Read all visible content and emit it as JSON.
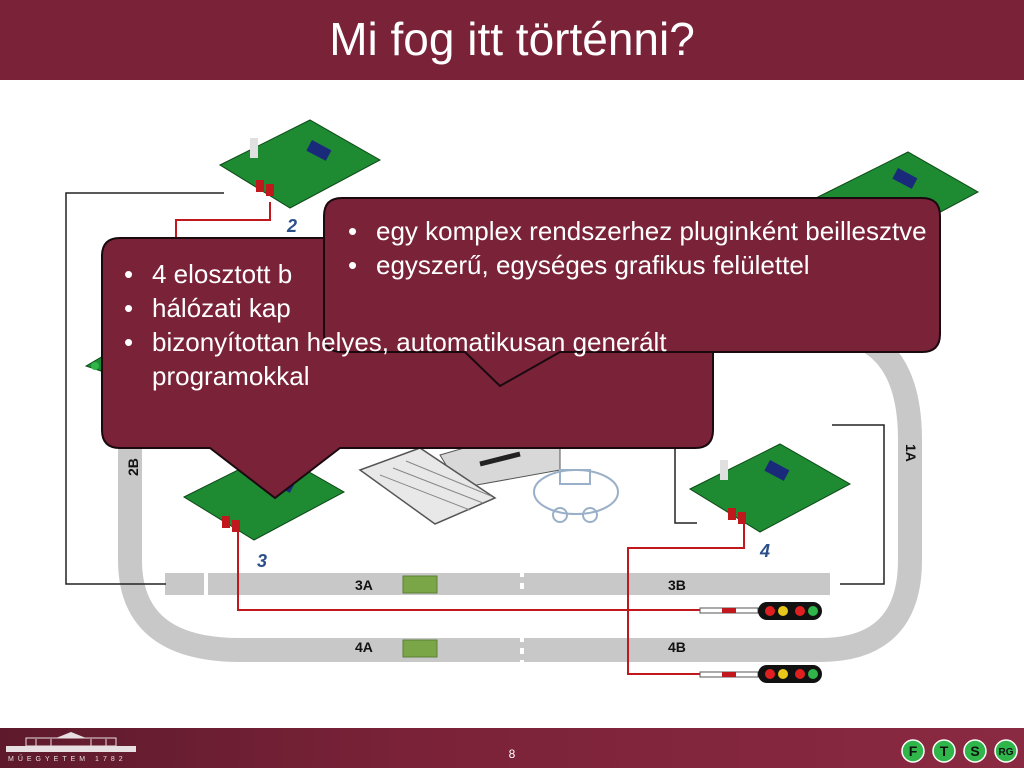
{
  "slide": {
    "title": "Mi fog itt történni?",
    "page_number": "8",
    "logo_caption": "MŰEGYETEM 1782",
    "footer_logos": [
      "F",
      "T",
      "S",
      "RG"
    ]
  },
  "callout_left": {
    "items": [
      "4 elosztott b",
      "hálózati kap",
      "bizonyítottan helyes, automatikusan generált programokkal"
    ]
  },
  "callout_right": {
    "items": [
      "egy komplex rendszerhez pluginként beillesztve",
      "egyszerű, egységes grafikus felülettel"
    ]
  },
  "diagram": {
    "board_numbers": [
      "2",
      "3",
      "4"
    ],
    "track_labels": [
      "3A",
      "3B",
      "4A",
      "4B",
      "1A",
      "2B"
    ]
  },
  "colors": {
    "brand": "#7a2238",
    "board": "#1e8a32",
    "wire": "#c0181c",
    "track": "#c8c8c8",
    "sensor": "#7aa648"
  }
}
